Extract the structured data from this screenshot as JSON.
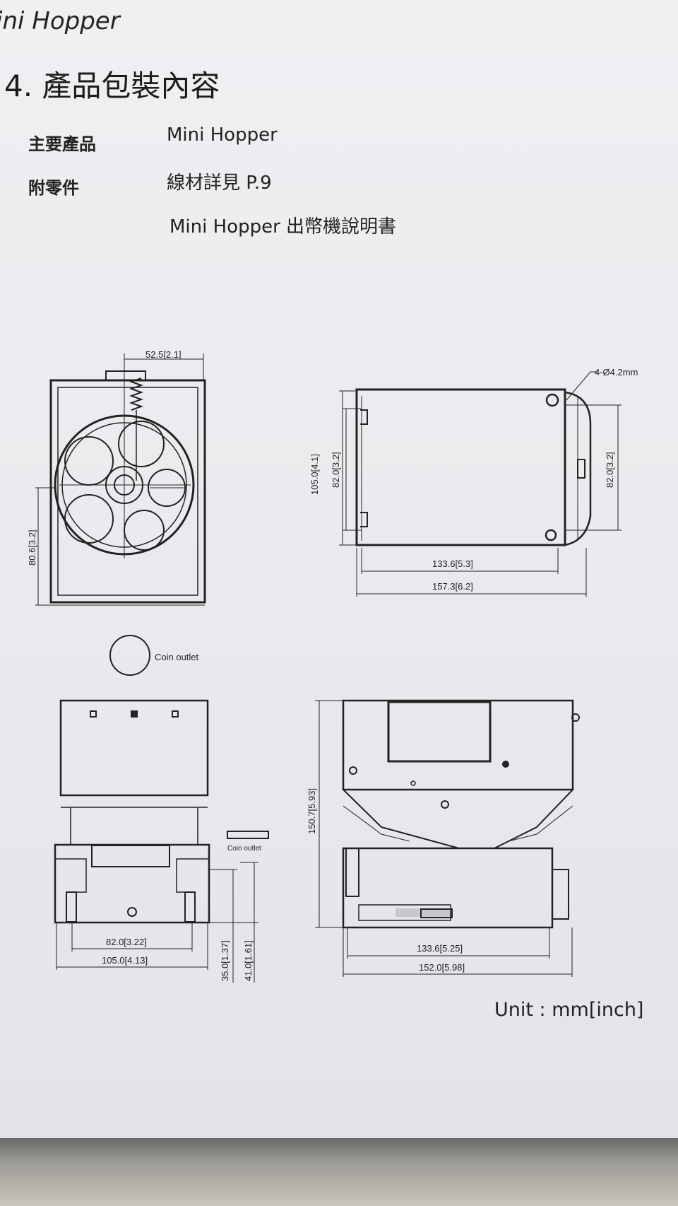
{
  "header": {
    "product_name": "ini Hopper"
  },
  "section": {
    "title": "4. 產品包裝內容"
  },
  "contents": [
    {
      "label": "主要產品",
      "value": "Mini Hopper"
    },
    {
      "label": "附零件",
      "value": "線材詳見 P.9"
    },
    {
      "label": "",
      "value": "Mini Hopper  出幣機說明書"
    }
  ],
  "drawing": {
    "front_view": {
      "dim_top": "52.5[2.1]",
      "dim_left": "80.6[3.2]",
      "coin_outlet_label": "Coin outlet"
    },
    "side_view": {
      "hole_note": "4-Ø4.2mm",
      "dim_height_outer": "105.0[4.1]",
      "dim_height_inner": "82.0[3.2]",
      "dim_right": "82.0[3.2]",
      "dim_width_inner": "133.6[5.3]",
      "dim_width_outer": "157.3[6.2]"
    },
    "bottom_front_view": {
      "coin_outlet_label": "Coin outlet",
      "dim_inner_width": "82.0[3.22]",
      "dim_outer_width": "105.0[4.13]",
      "dim_height_a": "35.0[1.37]",
      "dim_height_b": "41.0[1.61]"
    },
    "bottom_side_view": {
      "dim_height": "150.7[5.93]",
      "dim_width_inner": "133.6[5.25]",
      "dim_width_outer": "152.0[5.98]"
    }
  },
  "unit_note": "Unit : mm[inch]"
}
